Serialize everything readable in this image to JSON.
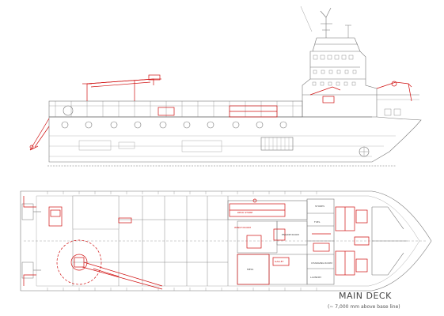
{
  "title": "MAIN DECK",
  "subtitle": "(~ 7,000 mm above base line)",
  "plan_labels": {
    "stores": "STORES",
    "engine_room": "ENGINE ROOM",
    "deck_store": "DECK STORE",
    "fuel": "FUEL",
    "changing_room": "CHANGING ROOM",
    "laundry": "LAUNDRY",
    "mess": "MESS",
    "galley": "GALLEY",
    "winch_room": "WINCH ROOM"
  },
  "colors": {
    "line": "#777777",
    "red": "#d01010",
    "background": "#ffffff"
  }
}
